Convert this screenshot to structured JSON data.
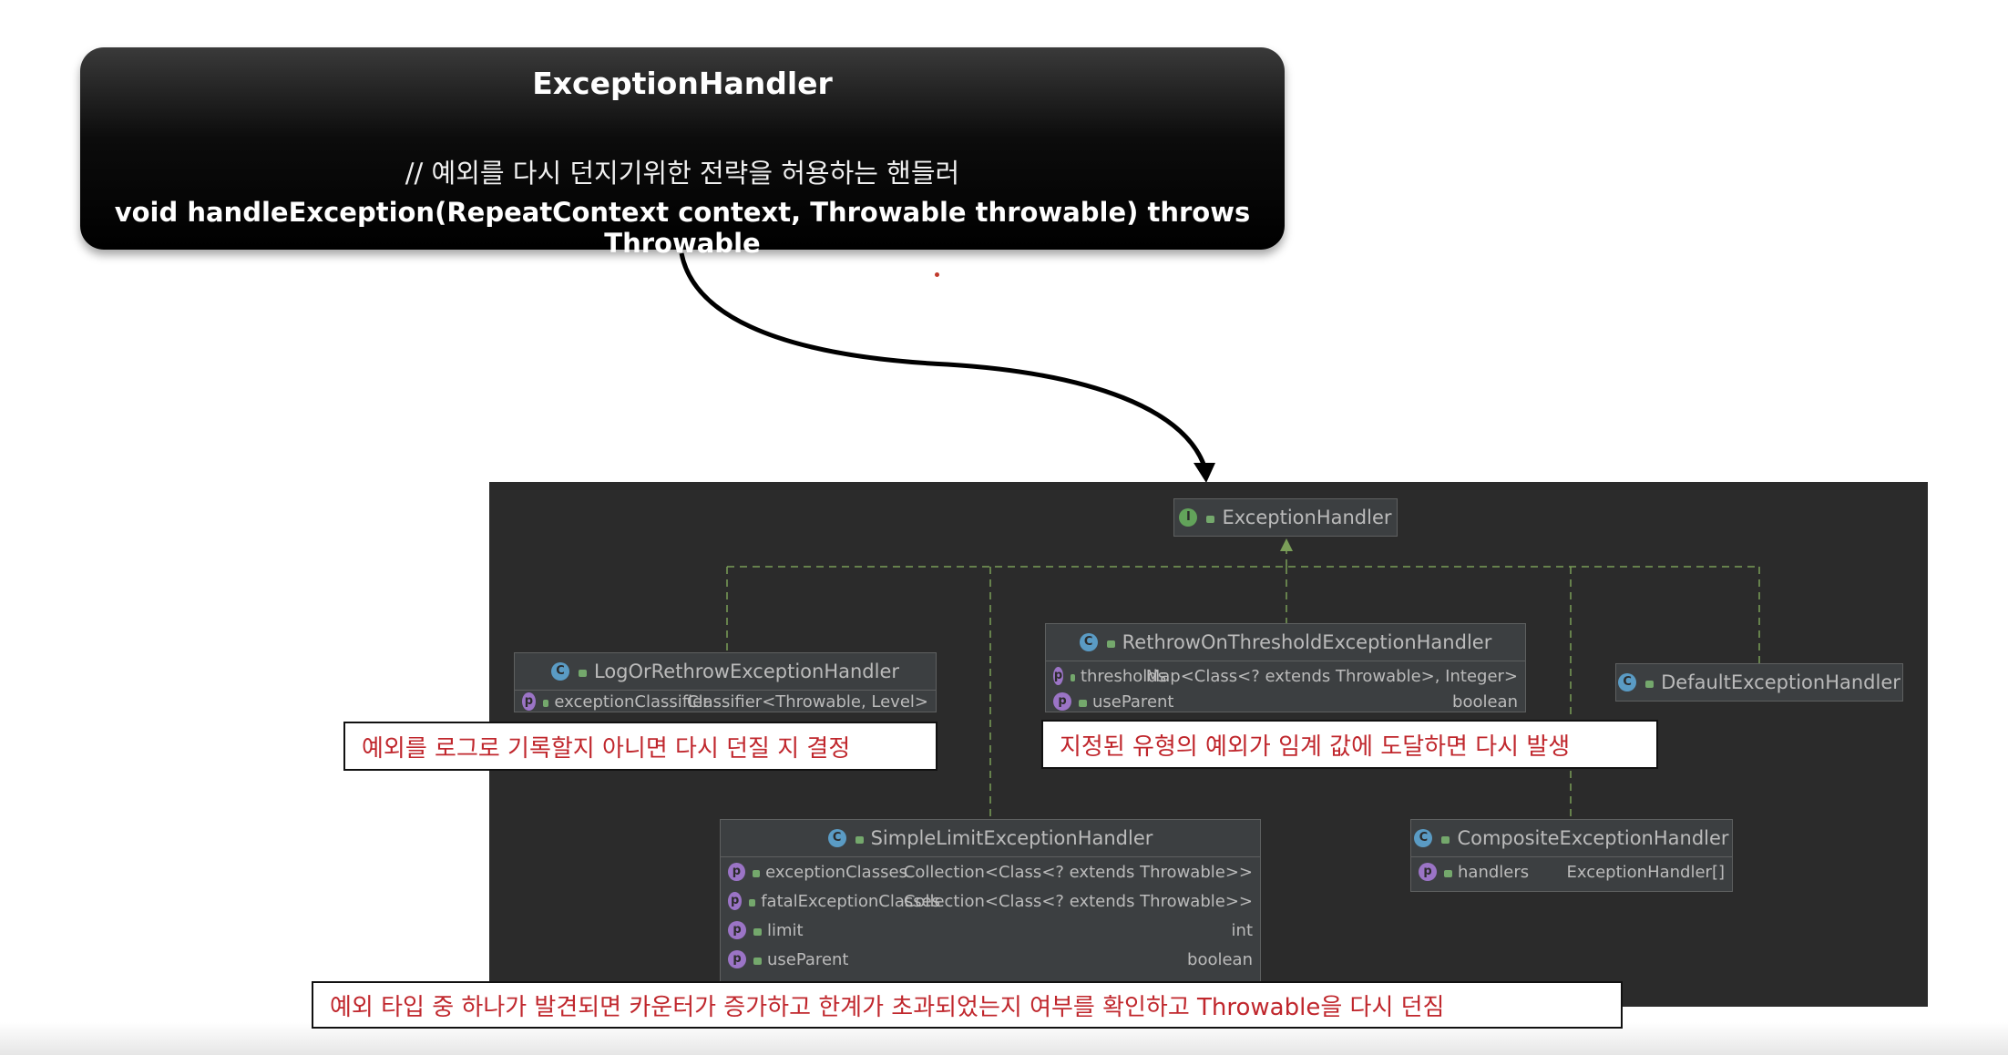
{
  "top_box": {
    "title": "ExceptionHandler",
    "comment": "// 예외를 다시 던지기위한 전략을 허용하는 핸들러",
    "signature": "void handleException(RepeatContext context, Throwable throwable) throws Throwable"
  },
  "diagram": {
    "root": {
      "name": "ExceptionHandler",
      "kind_icon": "I"
    },
    "nodes": {
      "log_or_rethrow": {
        "name": "LogOrRethrowExceptionHandler",
        "fields": [
          {
            "name": "exceptionClassifier",
            "type": "Classifier<Throwable, Level>"
          }
        ]
      },
      "rethrow_on_threshold": {
        "name": "RethrowOnThresholdExceptionHandler",
        "fields": [
          {
            "name": "thresholds",
            "type": "Map<Class<? extends Throwable>, Integer>"
          },
          {
            "name": "useParent",
            "type": "boolean"
          }
        ]
      },
      "default": {
        "name": "DefaultExceptionHandler",
        "fields": []
      },
      "simple_limit": {
        "name": "SimpleLimitExceptionHandler",
        "fields": [
          {
            "name": "exceptionClasses",
            "type": "Collection<Class<? extends Throwable>>"
          },
          {
            "name": "fatalExceptionClasses",
            "type": "Collection<Class<? extends Throwable>>"
          },
          {
            "name": "limit",
            "type": "int"
          },
          {
            "name": "useParent",
            "type": "boolean"
          }
        ]
      },
      "composite": {
        "name": "CompositeExceptionHandler",
        "fields": [
          {
            "name": "handlers",
            "type": "ExceptionHandler[]"
          }
        ]
      }
    },
    "icons": {
      "class": "C",
      "property": "p"
    }
  },
  "captions": {
    "log_or_rethrow": "예외를 로그로 기록할지 아니면 다시 던질 지 결정",
    "rethrow_on_threshold": "지정된 유형의 예외가 임계 값에 도달하면 다시 발생",
    "simple_limit": "예외 타입 중 하나가 발견되면 카운터가 증가하고 한계가 초과되었는지 여부를 확인하고 Throwable을 다시 던짐"
  },
  "colors": {
    "panel_bg": "#2b2b2b",
    "node_bg": "#3c3f41",
    "inherit_line": "#7a9e58",
    "caption_text": "#c0272d"
  }
}
